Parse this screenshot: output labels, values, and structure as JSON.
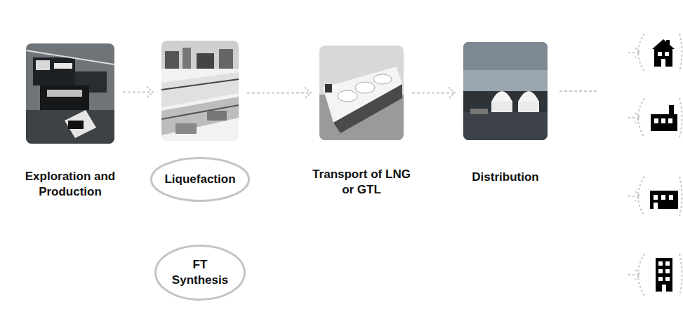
{
  "diagram": {
    "nodes": [
      {
        "text": [
          "Exploration and Production"
        ]
      },
      {
        "text": [
          "Liquefaction"
        ]
      },
      {
        "text": [
          "FT Synthesis"
        ]
      },
      {
        "text": [
          "Transport of LNG or GTL"
        ]
      },
      {
        "text": [
          "Distribution"
        ]
      }
    ],
    "edges": [
      {
        "from": 0,
        "to": 1,
        "arrow": "to"
      },
      {
        "from": 1,
        "to": 3,
        "arrow": "to"
      },
      {
        "from": 3,
        "to": 4,
        "arrow": "to"
      }
    ]
  }
}
